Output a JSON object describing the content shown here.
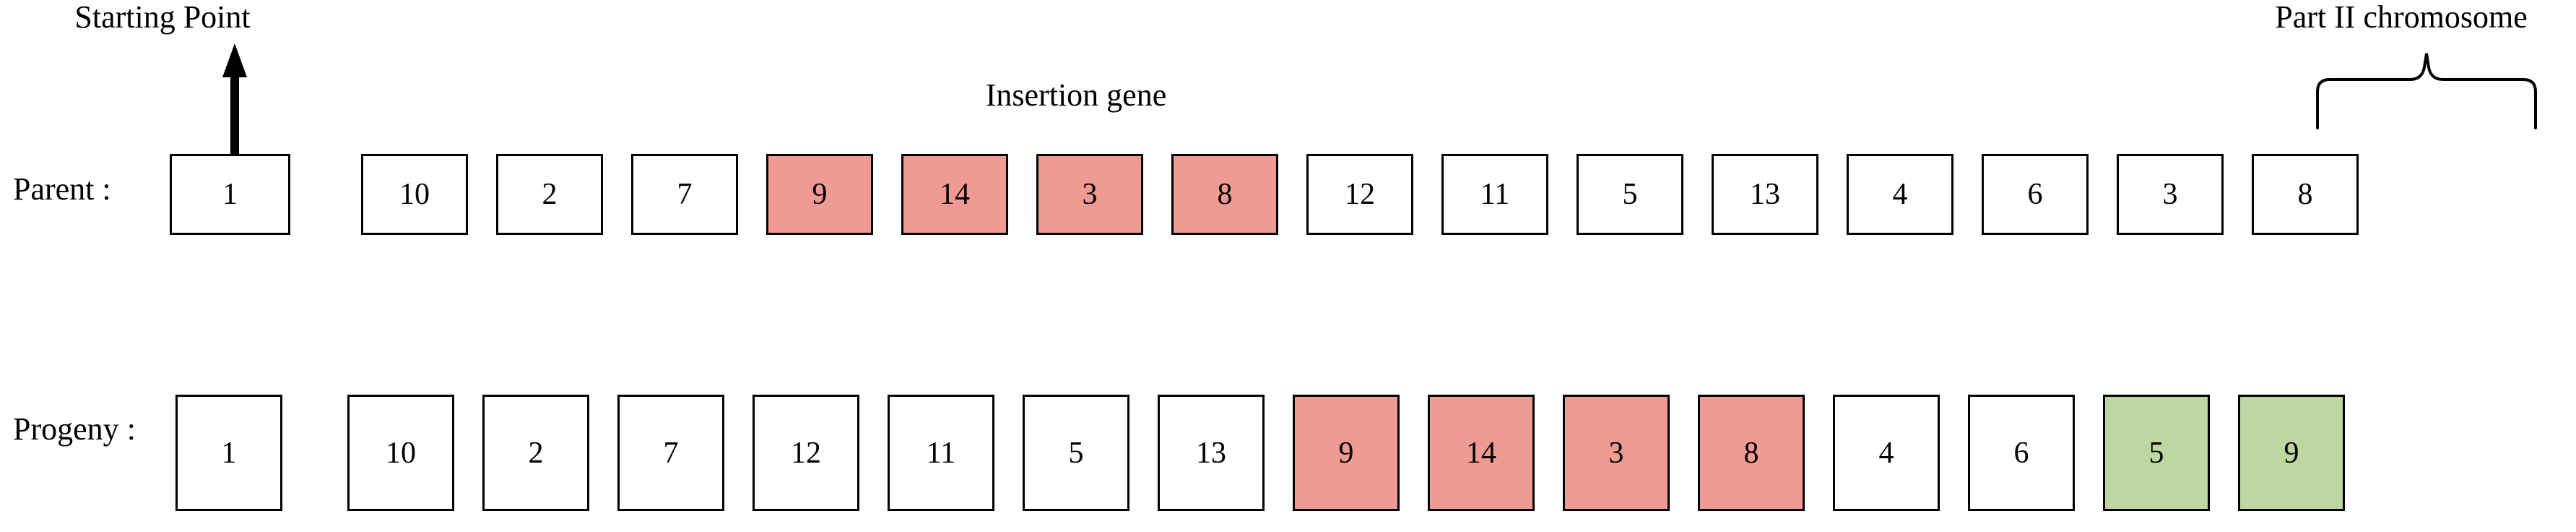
{
  "diagram": {
    "title_annotations": {
      "starting_point": "Starting Point",
      "insertion_gene": "Insertion gene",
      "part_ii_chromosome": "Part II chromosome"
    },
    "colors": {
      "insertion_fill": "#ef9a92",
      "appended_fill": "#bdd7a3",
      "default_fill": "#ffffff",
      "stroke": "#000000",
      "text": "#000000"
    },
    "rows": [
      {
        "id": "parent",
        "label": "Parent :",
        "genes": [
          {
            "value": "1",
            "fill": "white"
          },
          {
            "value": "10",
            "fill": "white"
          },
          {
            "value": "2",
            "fill": "white"
          },
          {
            "value": "7",
            "fill": "white"
          },
          {
            "value": "9",
            "fill": "red"
          },
          {
            "value": "14",
            "fill": "red"
          },
          {
            "value": "3",
            "fill": "red"
          },
          {
            "value": "8",
            "fill": "red"
          },
          {
            "value": "12",
            "fill": "white"
          },
          {
            "value": "11",
            "fill": "white"
          },
          {
            "value": "5",
            "fill": "white"
          },
          {
            "value": "13",
            "fill": "white"
          },
          {
            "value": "4",
            "fill": "white"
          },
          {
            "value": "6",
            "fill": "white"
          },
          {
            "value": "3",
            "fill": "white"
          },
          {
            "value": "8",
            "fill": "white"
          }
        ]
      },
      {
        "id": "progeny",
        "label": "Progeny :",
        "genes": [
          {
            "value": "1",
            "fill": "white"
          },
          {
            "value": "10",
            "fill": "white"
          },
          {
            "value": "2",
            "fill": "white"
          },
          {
            "value": "7",
            "fill": "white"
          },
          {
            "value": "12",
            "fill": "white"
          },
          {
            "value": "11",
            "fill": "white"
          },
          {
            "value": "5",
            "fill": "white"
          },
          {
            "value": "13",
            "fill": "white"
          },
          {
            "value": "9",
            "fill": "red"
          },
          {
            "value": "14",
            "fill": "red"
          },
          {
            "value": "3",
            "fill": "red"
          },
          {
            "value": "8",
            "fill": "red"
          },
          {
            "value": "4",
            "fill": "white"
          },
          {
            "value": "6",
            "fill": "white"
          },
          {
            "value": "5",
            "fill": "green"
          },
          {
            "value": "9",
            "fill": "green"
          }
        ]
      }
    ]
  }
}
